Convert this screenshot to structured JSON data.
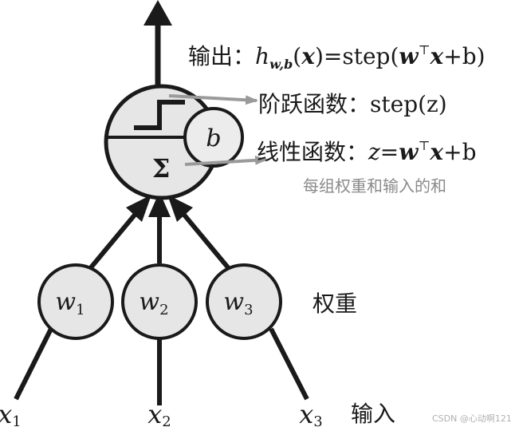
{
  "labels": {
    "output_cn": "输出：",
    "output_h": "h",
    "output_sub": "w,b",
    "output_paren_x": "x",
    "output_eq_text": "=step(",
    "output_w": "w",
    "output_T": "⊤",
    "output_x2": "x",
    "output_end": "+b)",
    "step_cn": "阶跃函数：",
    "step_formula": "step(z)",
    "linear_cn": "线性函数：",
    "linear_z": "z",
    "linear_eq": "=",
    "linear_w": "w",
    "linear_T": "⊤",
    "linear_x": "x",
    "linear_plus_b": "+b",
    "weighted_sum_note": "每组权重和输入的和",
    "weights_cn": "权重",
    "inputs_cn": "输入",
    "bias": "b",
    "sigma": "Σ",
    "w1": "w",
    "w1_sub": "1",
    "w2": "w",
    "w2_sub": "2",
    "w3": "w",
    "w3_sub": "3",
    "x1": "x",
    "x1_sub": "1",
    "x2": "x",
    "x2_sub": "2",
    "x3": "x",
    "x3_sub": "3",
    "watermark": "CSDN @心动啊121"
  },
  "colors": {
    "stroke": "#1a1a1a",
    "node_fill": "#e6e6e6",
    "pointer": "#9a9a9a",
    "note_text": "#8a8a8a",
    "watermark": "#b0b0b0"
  }
}
